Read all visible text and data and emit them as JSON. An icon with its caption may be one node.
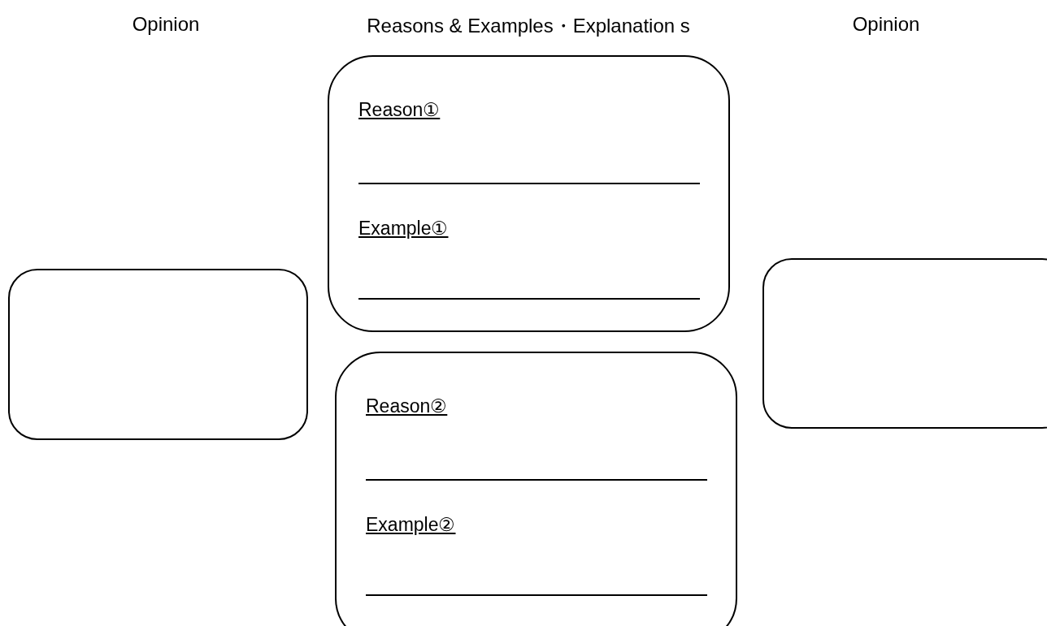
{
  "diagram": {
    "nodes": [
      {
        "text": [],
        "shape": "box"
      },
      {
        "text": [
          "Reason①",
          "Example①"
        ]
      },
      {
        "text": [
          "Reason②",
          "Example②"
        ]
      },
      {
        "text": [],
        "shape": "box"
      }
    ],
    "labels": [
      "Opinion",
      "Reasons & Examples・Explanation s",
      "Opinion"
    ]
  }
}
